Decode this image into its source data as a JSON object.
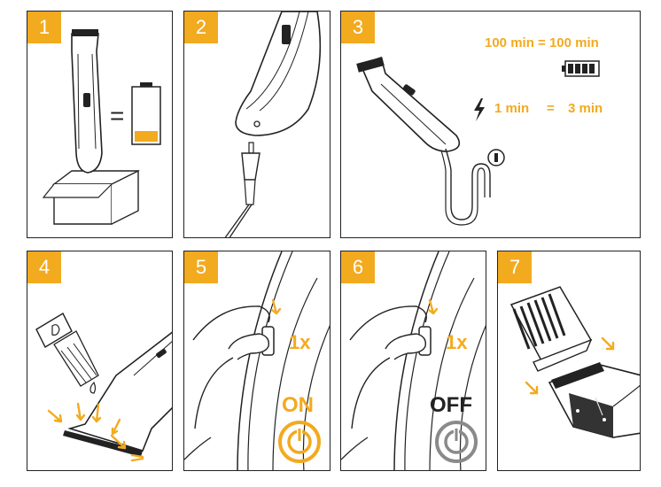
{
  "steps": [
    {
      "number": "1",
      "equals": "="
    },
    {
      "number": "2"
    },
    {
      "number": "3",
      "charge_full": "100 min = 100 min",
      "quick_left": "1 min",
      "quick_eq": "=",
      "quick_right": "3 min"
    },
    {
      "number": "4"
    },
    {
      "number": "5",
      "press_count": "1x",
      "state": "ON"
    },
    {
      "number": "6",
      "press_count": "1x",
      "state": "OFF"
    },
    {
      "number": "7"
    }
  ],
  "colors": {
    "accent": "#f2aa1f",
    "line": "#222222",
    "grey": "#8a8a8a"
  }
}
